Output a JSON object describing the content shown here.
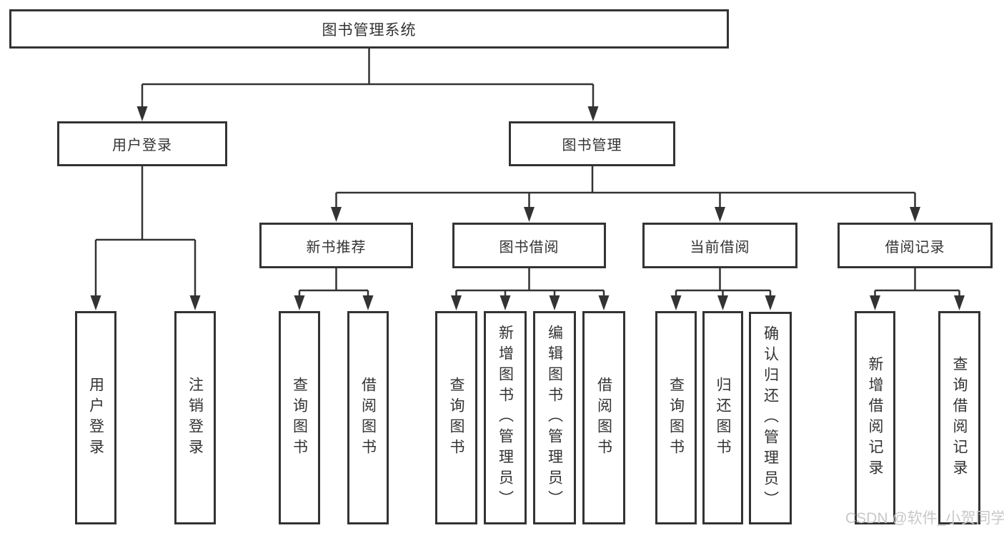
{
  "diagram": {
    "type": "functional-structure-tree",
    "title": "图书管理系统",
    "tree": {
      "label": "图书管理系统",
      "children": [
        {
          "label": "用户登录",
          "children": [
            {
              "label": "用户登录"
            },
            {
              "label": "注销登录"
            }
          ]
        },
        {
          "label": "图书管理",
          "children": [
            {
              "label": "新书推荐",
              "children": [
                {
                  "label": "查询图书"
                },
                {
                  "label": "借阅图书"
                }
              ]
            },
            {
              "label": "图书借阅",
              "children": [
                {
                  "label": "查询图书"
                },
                {
                  "label": "新增图书（管理员）"
                },
                {
                  "label": "编辑图书（管理员）"
                },
                {
                  "label": "借阅图书"
                }
              ]
            },
            {
              "label": "当前借阅",
              "children": [
                {
                  "label": "查询图书"
                },
                {
                  "label": "归还图书"
                },
                {
                  "label": "确认归还（管理员）"
                }
              ]
            },
            {
              "label": "借阅记录",
              "children": [
                {
                  "label": "新增借阅记录"
                },
                {
                  "label": "查询借阅记录"
                }
              ]
            }
          ]
        }
      ]
    }
  },
  "nodes": {
    "root": {
      "label": "图书管理系统"
    },
    "user_login": {
      "label": "用户登录"
    },
    "book_mgmt": {
      "label": "图书管理"
    },
    "login": {
      "label": "用户登录"
    },
    "logout": {
      "label": "注销登录"
    },
    "new_book_rec": {
      "label": "新书推荐"
    },
    "book_borrow": {
      "label": "图书借阅"
    },
    "current_borrow": {
      "label": "当前借阅"
    },
    "borrow_records": {
      "label": "借阅记录"
    },
    "nbr_query": {
      "label": "查询图书"
    },
    "nbr_borrow": {
      "label": "借阅图书"
    },
    "bb_query": {
      "label": "查询图书"
    },
    "bb_add": {
      "label": "新增图书（管理员）"
    },
    "bb_edit": {
      "label": "编辑图书（管理员）"
    },
    "bb_borrow": {
      "label": "借阅图书"
    },
    "cb_query": {
      "label": "查询图书"
    },
    "cb_return": {
      "label": "归还图书"
    },
    "cb_confirm": {
      "label": "确认归还（管理员）"
    },
    "br_add": {
      "label": "新增借阅记录"
    },
    "br_query": {
      "label": "查询借阅记录"
    }
  },
  "watermark": {
    "text": "CSDN @软件_小贺同学"
  },
  "colors": {
    "line": "#333333",
    "border": "#333333",
    "text": "#333333",
    "background": "#ffffff",
    "watermark": "#c8c8c8"
  }
}
